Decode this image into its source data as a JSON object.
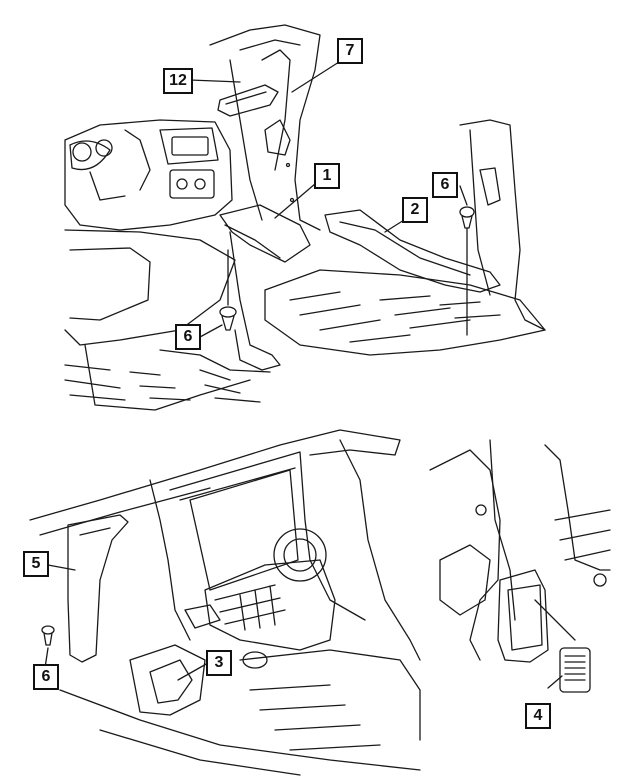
{
  "callouts": [
    {
      "id": "7",
      "label": "7"
    },
    {
      "id": "12",
      "label": "12"
    },
    {
      "id": "1",
      "label": "1"
    },
    {
      "id": "6a",
      "label": "6"
    },
    {
      "id": "2",
      "label": "2"
    },
    {
      "id": "6b",
      "label": "6"
    },
    {
      "id": "5",
      "label": "5"
    },
    {
      "id": "6c",
      "label": "6"
    },
    {
      "id": "3",
      "label": "3"
    },
    {
      "id": "4",
      "label": "4"
    }
  ],
  "colors": {
    "line": "#1a1a1a",
    "background": "#ffffff"
  }
}
